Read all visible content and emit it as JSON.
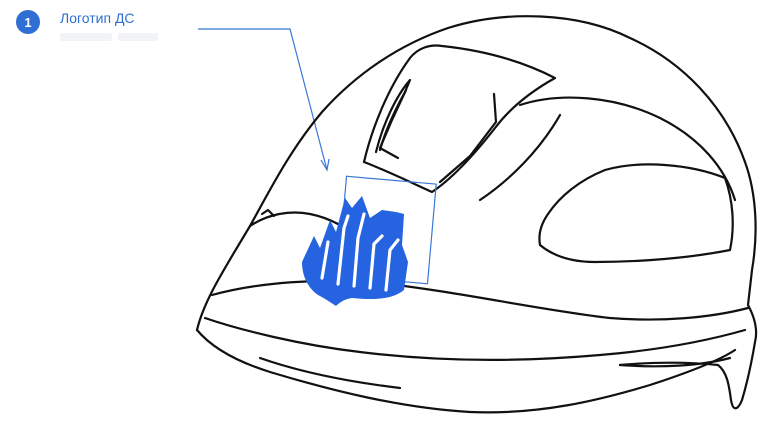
{
  "callout": {
    "number": "1",
    "title": "Логотип ДС"
  },
  "colors": {
    "accent": "#2f6fd4",
    "logo": "#2563e0",
    "outline": "#111111"
  },
  "illustration": {
    "subject": "helmet",
    "logo_icon": "city-shield-logo-icon"
  }
}
